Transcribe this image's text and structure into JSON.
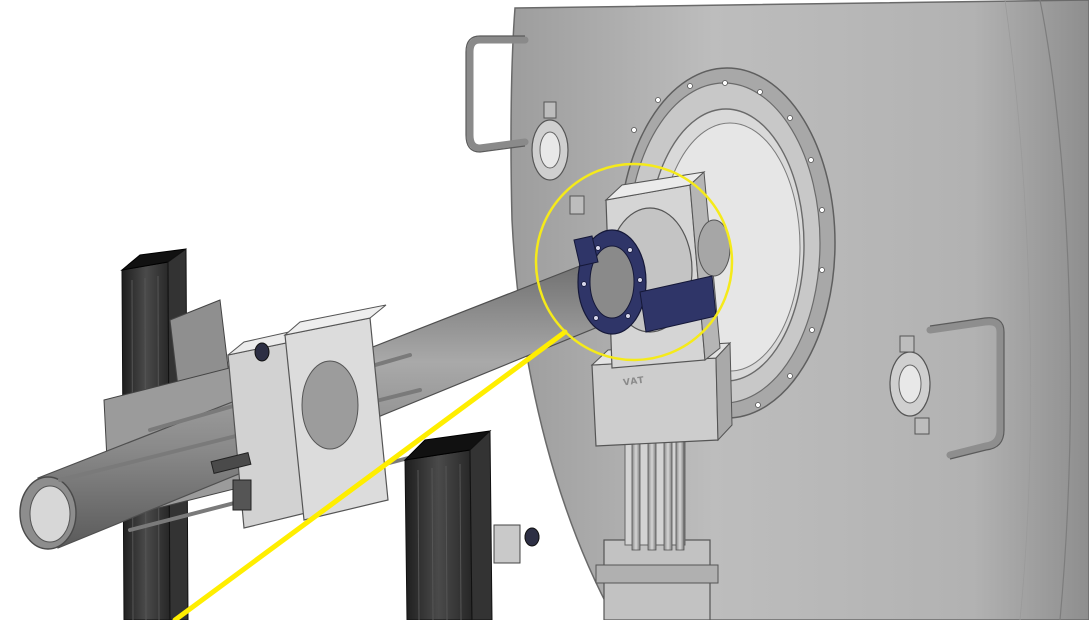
{
  "figure": {
    "valve_logo_text": "VAT",
    "colors": {
      "highlight_ring": "#f5ea1a",
      "beam_line": "#ffee00",
      "flange_clamp": "#2f3568",
      "chamber_body": "#b4b4b4",
      "frame_dark": "#2a2a2a"
    },
    "icons": [
      "vacuum-chamber",
      "beamline-tube",
      "gate-valve",
      "support-frame",
      "kf-clamp",
      "handle"
    ]
  }
}
